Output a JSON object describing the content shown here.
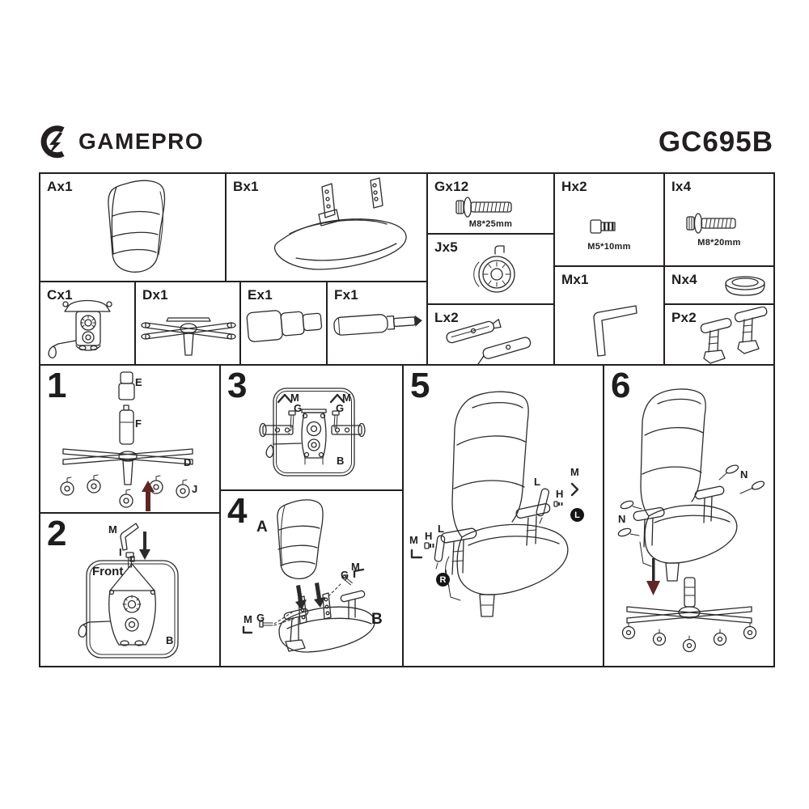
{
  "header": {
    "brand": "GAMEPRO",
    "model": "GC695B"
  },
  "parts": {
    "a": {
      "label": "Ax1"
    },
    "b": {
      "label": "Bx1"
    },
    "c": {
      "label": "Cx1"
    },
    "d": {
      "label": "Dx1"
    },
    "e": {
      "label": "Ex1"
    },
    "f": {
      "label": "Fx1"
    },
    "g": {
      "label": "Gx12",
      "size": "M8*25mm"
    },
    "h": {
      "label": "Hx2",
      "size": "M5*10mm"
    },
    "i": {
      "label": "Ix4",
      "size": "M8*20mm"
    },
    "j": {
      "label": "Jx5"
    },
    "l": {
      "label": "Lx2"
    },
    "m": {
      "label": "Mx1"
    },
    "n": {
      "label": "Nx4"
    },
    "p": {
      "label": "Px2"
    }
  },
  "steps": {
    "s1": {
      "number": "1",
      "label_e": "E",
      "label_f": "F",
      "label_d": "D",
      "label_j": "J"
    },
    "s2": {
      "number": "2",
      "label_m": "M",
      "label_i": "I",
      "label_front": "Front",
      "label_b": "B"
    },
    "s3": {
      "number": "3",
      "label_m_left": "M",
      "label_g_left": "G",
      "label_m_right": "M",
      "label_g_right": "G",
      "label_b": "B"
    },
    "s4": {
      "number": "4",
      "label_a": "A",
      "label_m_left": "M",
      "label_g_left": "G",
      "label_m_right": "M",
      "label_g_right": "G",
      "label_b": "B"
    },
    "s5": {
      "number": "5",
      "label_l_right": "L",
      "label_m_right": "M",
      "label_h_right": "H",
      "badge_l": "L",
      "label_m_left": "M",
      "label_h_left": "H",
      "label_l_left": "L",
      "badge_r": "R"
    },
    "s6": {
      "number": "6",
      "label_n_right": "N",
      "label_n_left": "N"
    }
  },
  "colors": {
    "line": "#2b2b2b",
    "accent_arrow": "#5e2723"
  }
}
